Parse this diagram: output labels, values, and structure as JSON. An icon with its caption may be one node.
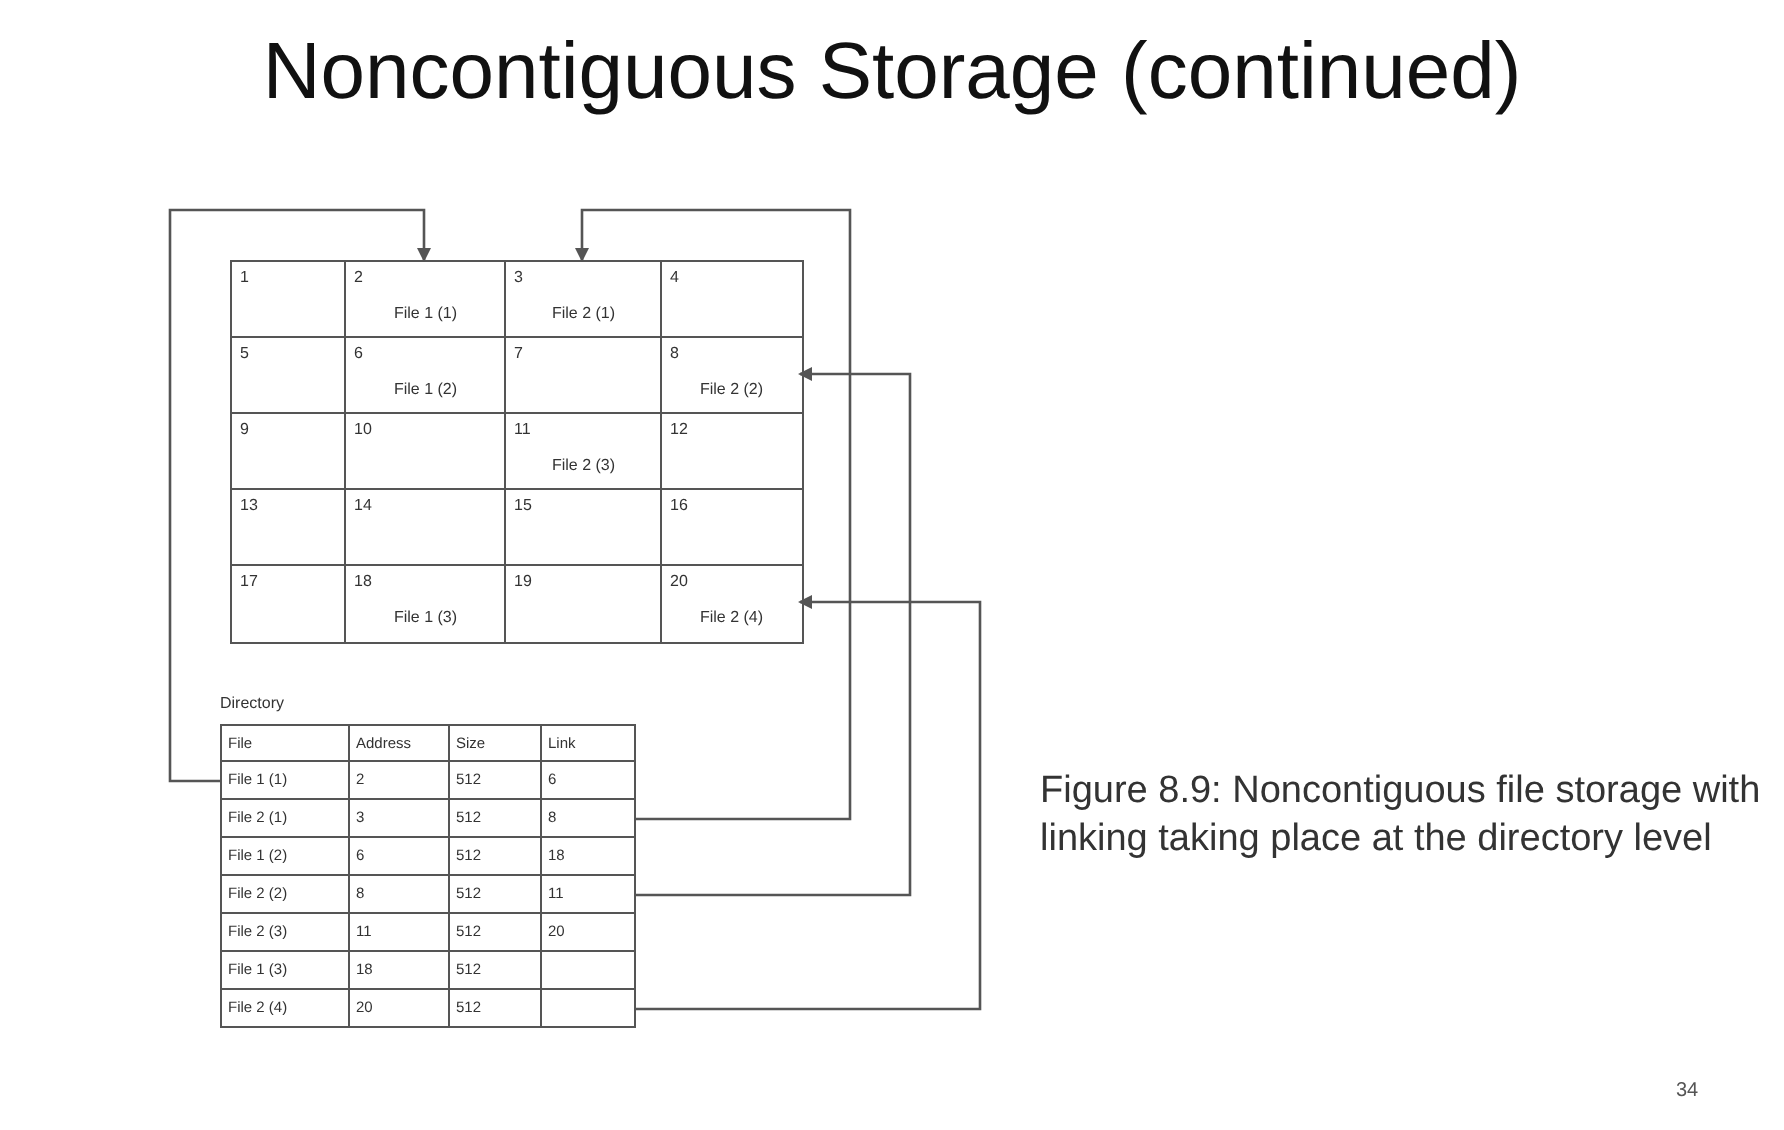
{
  "diagram": {
    "title": "Noncontiguous Storage (continued)",
    "caption": "Figure 8.9: Noncontiguous file storage with linking taking place at the directory level",
    "nodes": [
      {
        "text": [
          "1"
        ]
      },
      {
        "text": [
          "2",
          "File 1 (1)"
        ]
      },
      {
        "text": [
          "3",
          "File 2 (1)"
        ]
      },
      {
        "text": [
          "4"
        ]
      },
      {
        "text": [
          "5"
        ]
      },
      {
        "text": [
          "6",
          "File 1 (2)"
        ]
      },
      {
        "text": [
          "7"
        ]
      },
      {
        "text": [
          "8",
          "File 2 (2)"
        ]
      },
      {
        "text": [
          "9"
        ]
      },
      {
        "text": [
          "10"
        ]
      },
      {
        "text": [
          "11",
          "File 2 (3)"
        ]
      },
      {
        "text": [
          "12"
        ]
      },
      {
        "text": [
          "13"
        ]
      },
      {
        "text": [
          "14"
        ]
      },
      {
        "text": [
          "15"
        ]
      },
      {
        "text": [
          "16"
        ]
      },
      {
        "text": [
          "17"
        ]
      },
      {
        "text": [
          "18",
          "File 1 (3)"
        ]
      },
      {
        "text": [
          "19"
        ]
      },
      {
        "text": [
          "20",
          "File 2 (4)"
        ]
      },
      {
        "text": [
          "Directory"
        ]
      },
      {
        "text": [
          "File",
          "Address",
          "Size",
          "Link"
        ],
        "in": 20
      },
      {
        "text": [
          "File 1 (1)",
          "2",
          "512",
          "6"
        ],
        "in": 20
      },
      {
        "text": [
          "File 2 (1)",
          "3",
          "512",
          "8"
        ],
        "in": 20
      },
      {
        "text": [
          "File 1 (2)",
          "6",
          "512",
          "18"
        ],
        "in": 20
      },
      {
        "text": [
          "File 2 (2)",
          "8",
          "512",
          "11"
        ],
        "in": 20
      },
      {
        "text": [
          "File 2 (3)",
          "11",
          "512",
          "20"
        ],
        "in": 20
      },
      {
        "text": [
          "File 1 (3)",
          "18",
          "512"
        ],
        "in": 20
      },
      {
        "text": [
          "File 2 (4)",
          "20",
          "512"
        ],
        "in": 20
      }
    ],
    "edges": [
      {
        "from": 22,
        "to": 1,
        "arrow": "to"
      },
      {
        "from": 23,
        "to": 2,
        "arrow": "to"
      },
      {
        "from": 25,
        "to": 7,
        "arrow": "to"
      },
      {
        "from": 28,
        "to": 19,
        "arrow": "to"
      }
    ],
    "labels": [
      "34"
    ]
  }
}
